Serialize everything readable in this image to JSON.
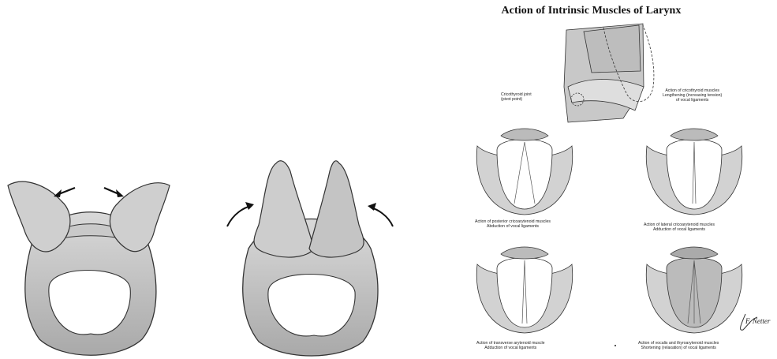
{
  "figure": {
    "title": "Action of Intrinsic Muscles of Larynx",
    "cricothyroid": {
      "joint_label_line1": "Cricothyroid joint",
      "joint_label_line2": "(pivot point)",
      "caption_line1": "Action of cricothyroid muscles",
      "caption_line2": "Lengthening (increasing tension)",
      "caption_line3": "of vocal ligaments"
    },
    "posterior_cricoarytenoid": {
      "caption_line1": "Action of posterior cricoarytenoid muscles",
      "caption_line2": "Abduction of vocal ligaments"
    },
    "lateral_cricoarytenoid": {
      "caption_line1": "Action of lateral cricoarytenoid muscles",
      "caption_line2": "Adduction of vocal ligaments"
    },
    "transverse_arytenoid": {
      "caption_line1": "Action of transverse arytenoid muscle",
      "caption_line2": "Adduction of vocal ligaments"
    },
    "vocalis_thyroarytenoid": {
      "caption_line1": "Action of vocalis and thyroarytenoid muscles",
      "caption_line2": "Shortening (relaxation) of vocal ligaments"
    },
    "signature": "F. Netter"
  },
  "icons": {
    "left_illustration": "cricoid-ring-arytenoids-abducted-icon",
    "right_illustration": "cricoid-ring-arytenoids-adducted-icon"
  }
}
